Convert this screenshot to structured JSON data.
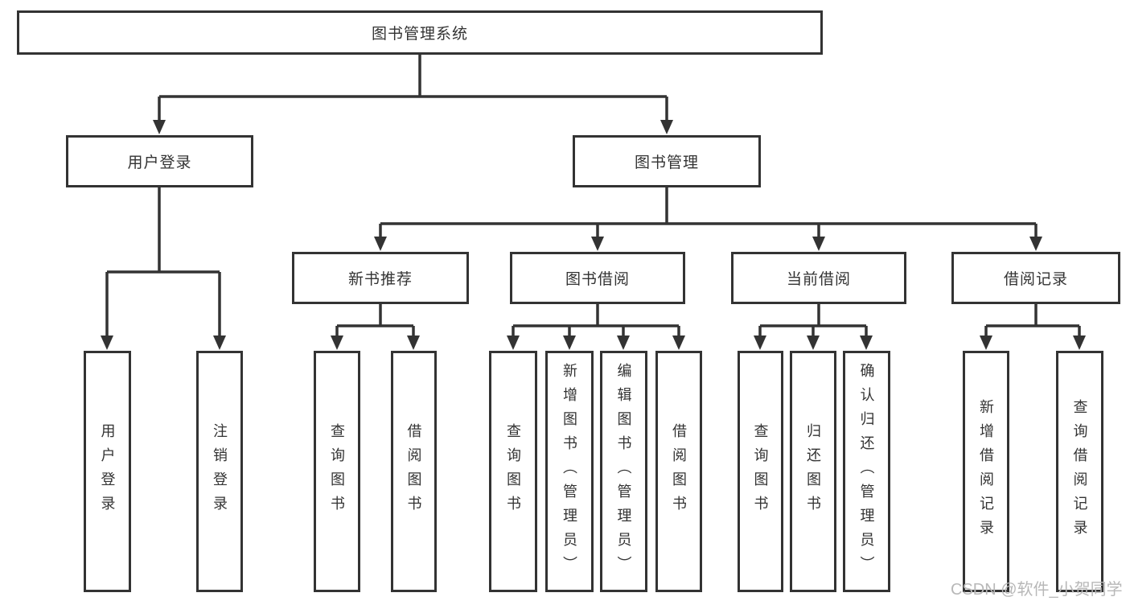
{
  "tree": {
    "label": "图书管理系统",
    "children": [
      {
        "label": "用户登录",
        "children": [
          {
            "label": "用户登录"
          },
          {
            "label": "注销登录"
          }
        ]
      },
      {
        "label": "图书管理",
        "children": [
          {
            "label": "新书推荐",
            "children": [
              {
                "label": "查询图书"
              },
              {
                "label": "借阅图书"
              }
            ]
          },
          {
            "label": "图书借阅",
            "children": [
              {
                "label": "查询图书"
              },
              {
                "label": "新增图书（管理员）"
              },
              {
                "label": "编辑图书（管理员）"
              },
              {
                "label": "借阅图书"
              }
            ]
          },
          {
            "label": "当前借阅",
            "children": [
              {
                "label": "查询图书"
              },
              {
                "label": "归还图书"
              },
              {
                "label": "确认归还（管理员）"
              }
            ]
          },
          {
            "label": "借阅记录",
            "children": [
              {
                "label": "新增借阅记录"
              },
              {
                "label": "查询借阅记录"
              }
            ]
          }
        ]
      }
    ]
  },
  "watermark": {
    "text": "CSDN @软件_小贺同学"
  },
  "colors": {
    "line": "#333333",
    "box_border": "#333333",
    "box_fill": "#ffffff",
    "text": "#333333",
    "watermark": "#b8b8b8"
  }
}
